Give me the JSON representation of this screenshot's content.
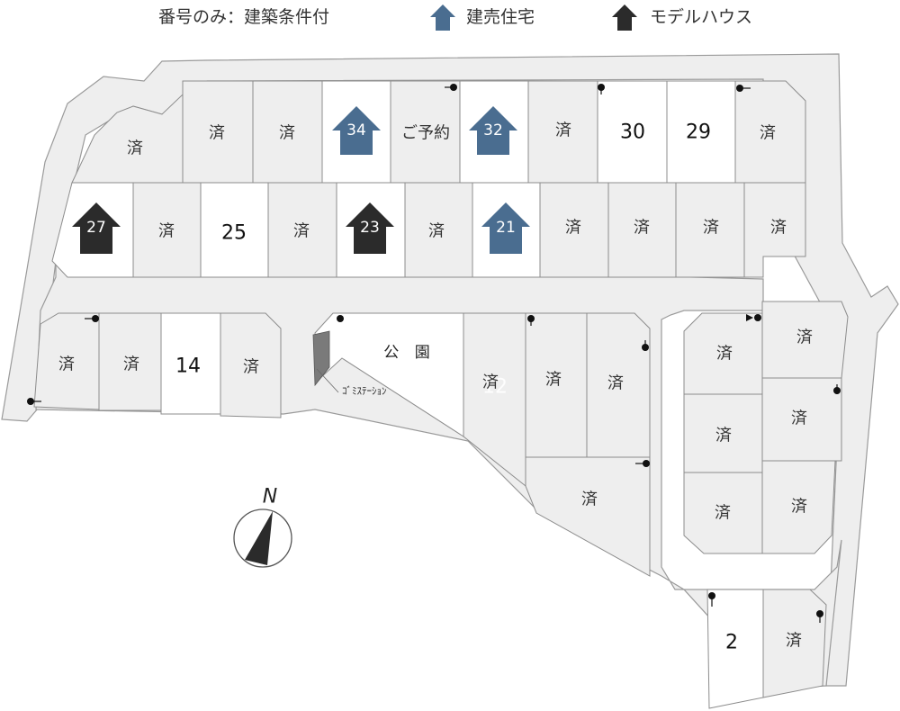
{
  "legend": {
    "condition_label": "番号のみ：建築条件付",
    "built_label": "建売住宅",
    "model_label": "モデルハウス"
  },
  "colors": {
    "built_house": "#4a6d90",
    "model_house": "#2b2b2b",
    "sold_lot": "#eeeeee",
    "road": "#eeeeee"
  },
  "compass": {
    "north_label": "N",
    "icon": "compass-north-arrow-icon"
  },
  "park": {
    "label": "公 園",
    "garbage_station_label": "ｺﾞﾐｽﾃｰｼｮﾝ"
  },
  "reserved_label": "ご予約",
  "sold_label": "済",
  "ghost_number": "12",
  "lots_top_row": [
    {
      "label": "済",
      "status": "sold"
    },
    {
      "label": "済",
      "status": "sold"
    },
    {
      "label": "済",
      "status": "sold"
    },
    {
      "label": "34",
      "status": "built_house"
    },
    {
      "label": "ご予約",
      "status": "reserved"
    },
    {
      "label": "32",
      "status": "built_house"
    },
    {
      "label": "済",
      "status": "sold"
    },
    {
      "label": "30",
      "status": "condition"
    },
    {
      "label": "29",
      "status": "condition"
    },
    {
      "label": "済",
      "status": "sold"
    }
  ],
  "lots_second_row": [
    {
      "label": "27",
      "status": "model_house"
    },
    {
      "label": "済",
      "status": "sold"
    },
    {
      "label": "25",
      "status": "condition"
    },
    {
      "label": "済",
      "status": "sold"
    },
    {
      "label": "23",
      "status": "model_house"
    },
    {
      "label": "済",
      "status": "sold"
    },
    {
      "label": "21",
      "status": "built_house"
    },
    {
      "label": "済",
      "status": "sold"
    },
    {
      "label": "済",
      "status": "sold"
    },
    {
      "label": "済",
      "status": "sold"
    },
    {
      "label": "済",
      "status": "sold"
    }
  ],
  "lots_left_block": [
    {
      "label": "済",
      "status": "sold"
    },
    {
      "label": "済",
      "status": "sold"
    },
    {
      "label": "14",
      "status": "condition"
    },
    {
      "label": "済",
      "status": "sold"
    }
  ],
  "lots_center_block": [
    {
      "label": "済",
      "status": "sold"
    },
    {
      "label": "済",
      "status": "sold"
    },
    {
      "label": "済",
      "status": "sold"
    },
    {
      "label": "済",
      "status": "sold"
    }
  ],
  "lots_right_block": [
    {
      "label": "済",
      "status": "sold"
    },
    {
      "label": "済",
      "status": "sold"
    },
    {
      "label": "済",
      "status": "sold"
    },
    {
      "label": "済",
      "status": "sold"
    },
    {
      "label": "済",
      "status": "sold"
    },
    {
      "label": "済",
      "status": "sold"
    }
  ],
  "lots_bottom": [
    {
      "label": "2",
      "status": "condition"
    },
    {
      "label": "済",
      "status": "sold"
    }
  ]
}
